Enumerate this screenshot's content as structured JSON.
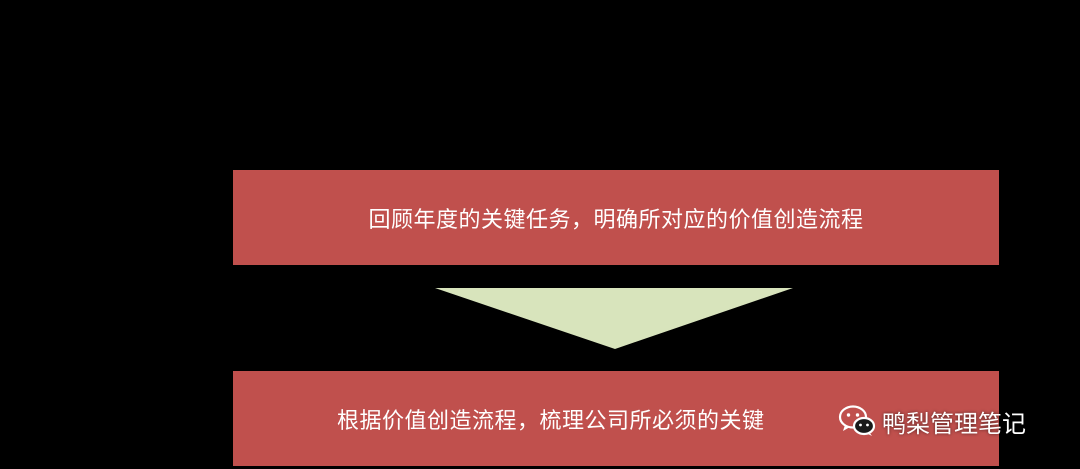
{
  "steps": [
    {
      "text": "回顾年度的关键任务，明确所对应的价值创造流程"
    },
    {
      "text": "根据价值创造流程，梳理公司所必须的关键"
    }
  ],
  "colors": {
    "background": "#000000",
    "box": "#c0504d",
    "arrow": "#d8e4bc",
    "text": "#ffffff"
  },
  "watermark": {
    "text": "鸭梨管理笔记",
    "icon": "wechat-icon"
  }
}
